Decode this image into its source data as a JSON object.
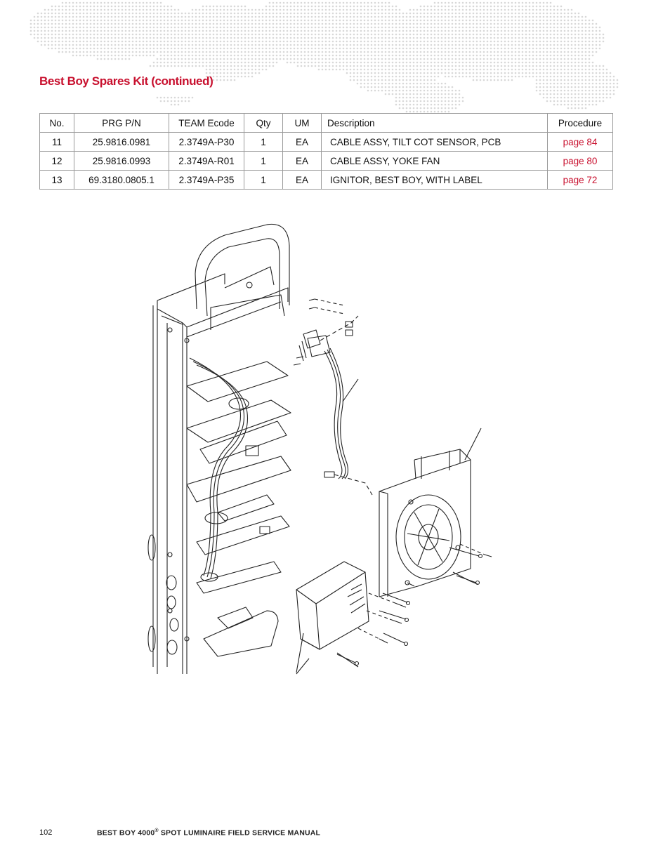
{
  "section": {
    "title": "Best Boy Spares Kit (continued)"
  },
  "table": {
    "headers": [
      "No.",
      "PRG P/N",
      "TEAM Ecode",
      "Qty",
      "UM",
      "Description",
      "Procedure"
    ],
    "rows": [
      {
        "no": "11",
        "prg": "25.9816.0981",
        "ecode": "2.3749A-P30",
        "qty": "1",
        "um": "EA",
        "desc": "CABLE ASSY, TILT COT SENSOR, PCB",
        "proc": "page 84"
      },
      {
        "no": "12",
        "prg": "25.9816.0993",
        "ecode": "2.3749A-R01",
        "qty": "1",
        "um": "EA",
        "desc": "CABLE ASSY, YOKE FAN",
        "proc": "page 80"
      },
      {
        "no": "13",
        "prg": "69.3180.0805.1",
        "ecode": "2.3749A-P35",
        "qty": "1",
        "um": "EA",
        "desc": "IGNITOR, BEST BOY, WITH LABEL",
        "proc": "page 72"
      }
    ]
  },
  "footer": {
    "page_number": "102",
    "manual_title_a": "BEST BOY 4000",
    "manual_reg": "®",
    "manual_title_b": " SPOT LUMINAIRE FIELD SERVICE MANUAL"
  },
  "colors": {
    "accent": "#c8102e",
    "map_dots": "#d8d8d8",
    "line": "#222222"
  }
}
